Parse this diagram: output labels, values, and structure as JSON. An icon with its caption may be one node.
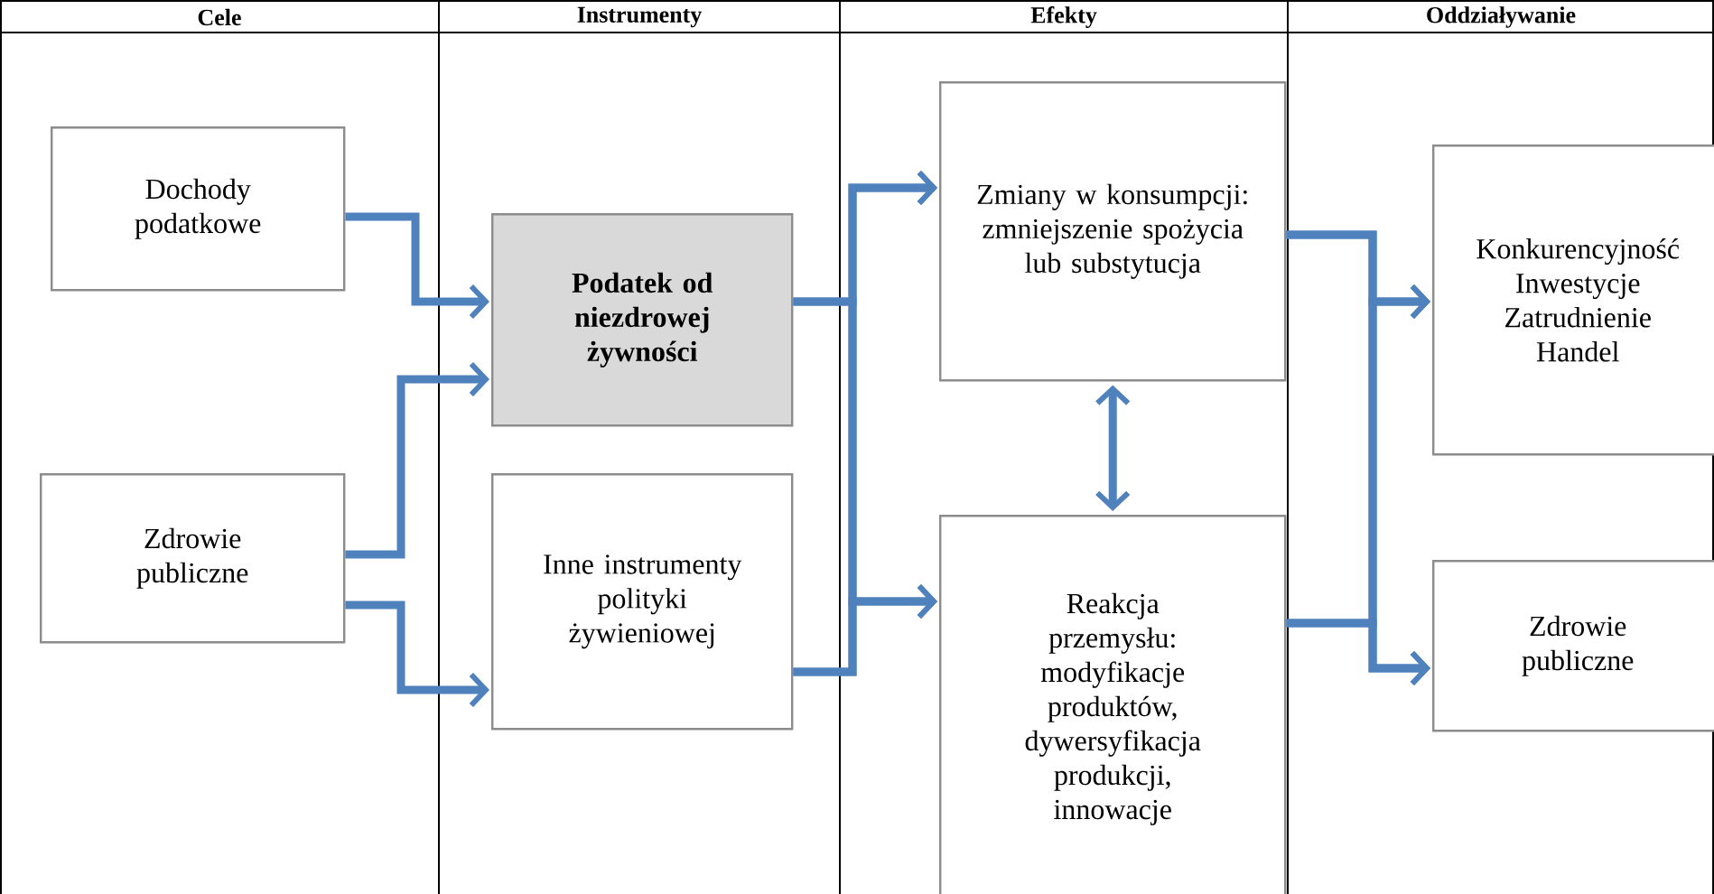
{
  "diagram": {
    "nodes": [
      {
        "text": [
          "Dochody podatkowe"
        ]
      },
      {
        "text": [
          "Zdrowie publiczne"
        ]
      },
      {
        "text": [
          "Podatek od niezdrowej żywności"
        ]
      },
      {
        "text": [
          "Inne instrumenty polityki żywieniowej"
        ]
      },
      {
        "text": [
          "Zmiany w konsumpcji: zmniejszenie spożycia lub substytucja"
        ]
      },
      {
        "text": [
          "Reakcja przemysłu: modyfikacje produktów, dywersyfikacja produkcji, innowacje"
        ]
      },
      {
        "text": [
          "Konkurencyjność",
          "Inwestycje",
          "Zatrudnienie",
          "Handel"
        ]
      },
      {
        "text": [
          "Zdrowie publiczne"
        ]
      }
    ],
    "edges": [
      {
        "from": 0,
        "to": 2,
        "arrow": "to"
      },
      {
        "from": 1,
        "to": 2,
        "arrow": "to"
      },
      {
        "from": 1,
        "to": 3,
        "arrow": "to"
      },
      {
        "from": 2,
        "to": 4,
        "arrow": "to"
      },
      {
        "from": 2,
        "to": 5,
        "arrow": "to"
      },
      {
        "from": 3,
        "to": 4,
        "arrow": "to"
      },
      {
        "from": 3,
        "to": 5,
        "arrow": "to"
      },
      {
        "from": 4,
        "to": 5,
        "arrow": "both"
      },
      {
        "from": 4,
        "to": 6,
        "arrow": "to"
      },
      {
        "from": 4,
        "to": 7,
        "arrow": "to"
      },
      {
        "from": 5,
        "to": 6,
        "arrow": "to"
      },
      {
        "from": 5,
        "to": 7,
        "arrow": "to"
      }
    ],
    "labels": [
      "Cele",
      "Instrumenty",
      "Efekty",
      "Oddziaływanie"
    ]
  }
}
